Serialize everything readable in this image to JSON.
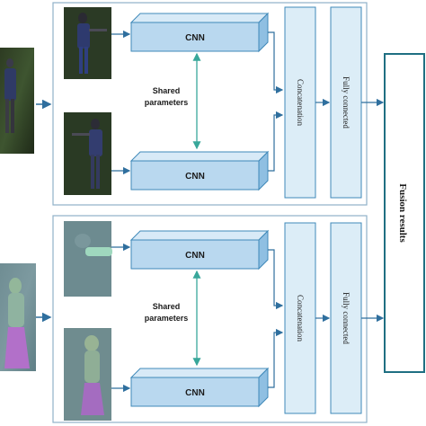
{
  "diagram": {
    "top_branch": {
      "cnn_upper_label": "CNN",
      "cnn_lower_label": "CNN",
      "shared_line1": "Shared",
      "shared_line2": "parameters",
      "concat_label": "Concatenation",
      "fc_label": "Fully connected"
    },
    "bottom_branch": {
      "cnn_upper_label": "CNN",
      "cnn_lower_label": "CNN",
      "shared_line1": "Shared",
      "shared_line2": "parameters",
      "concat_label": "Concatenation",
      "fc_label": "Fully connected"
    },
    "fusion_label": "Fusion results",
    "colors": {
      "box_fill": "#dcedf7",
      "box_stroke": "#3f89b9",
      "cnn_front": "#b9d8ef",
      "cnn_top": "#d8eaf7",
      "cnn_side": "#8fbfe2",
      "arrow": "#2f6f9e",
      "shared_arrow": "#38a79a",
      "fusion_stroke": "#1f6f82"
    },
    "image_semantics": [
      "visible-person-photo",
      "thermal-person-photo"
    ]
  }
}
